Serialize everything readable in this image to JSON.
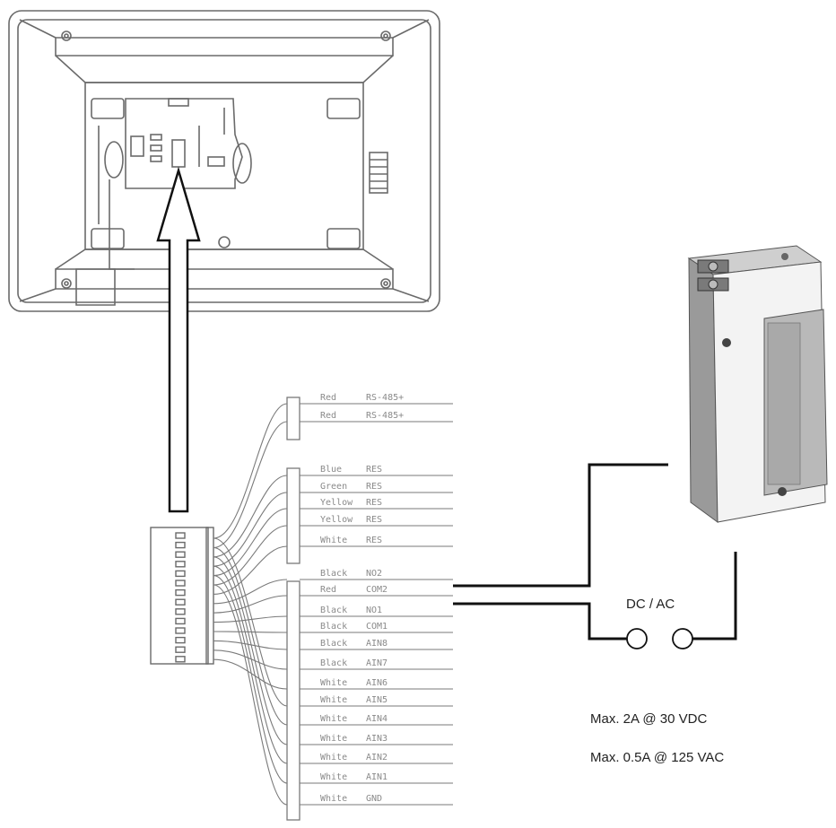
{
  "wire_groups": [
    [
      {
        "color": "Red",
        "function": "RS-485+"
      },
      {
        "color": "Red",
        "function": "RS-485+"
      }
    ],
    [
      {
        "color": "Blue",
        "function": "RES"
      },
      {
        "color": "Green",
        "function": "RES"
      },
      {
        "color": "Yellow",
        "function": "RES"
      },
      {
        "color": "Yellow",
        "function": "RES"
      },
      {
        "color": "White",
        "function": "RES"
      }
    ],
    [
      {
        "color": "Black",
        "function": "NO2"
      },
      {
        "color": "Red",
        "function": "COM2"
      },
      {
        "color": "Black",
        "function": "NO1"
      },
      {
        "color": "Black",
        "function": "COM1"
      },
      {
        "color": "Black",
        "function": "AIN8"
      },
      {
        "color": "Black",
        "function": "AIN7"
      },
      {
        "color": "White",
        "function": "AIN6"
      },
      {
        "color": "White",
        "function": "AIN5"
      },
      {
        "color": "White",
        "function": "AIN4"
      },
      {
        "color": "White",
        "function": "AIN3"
      },
      {
        "color": "White",
        "function": "AIN2"
      },
      {
        "color": "White",
        "function": "AIN1"
      },
      {
        "color": "White",
        "function": "GND"
      }
    ]
  ],
  "power_label": "DC / AC",
  "ratings": [
    "Max. 2A @ 30 VDC",
    "Max. 0.5A @ 125 VAC"
  ],
  "colors": {
    "line": "#111111",
    "device_outline": "#6a6a6a",
    "wire_thin": "#7a7a7a",
    "label_gray": "#8a8a8a"
  }
}
